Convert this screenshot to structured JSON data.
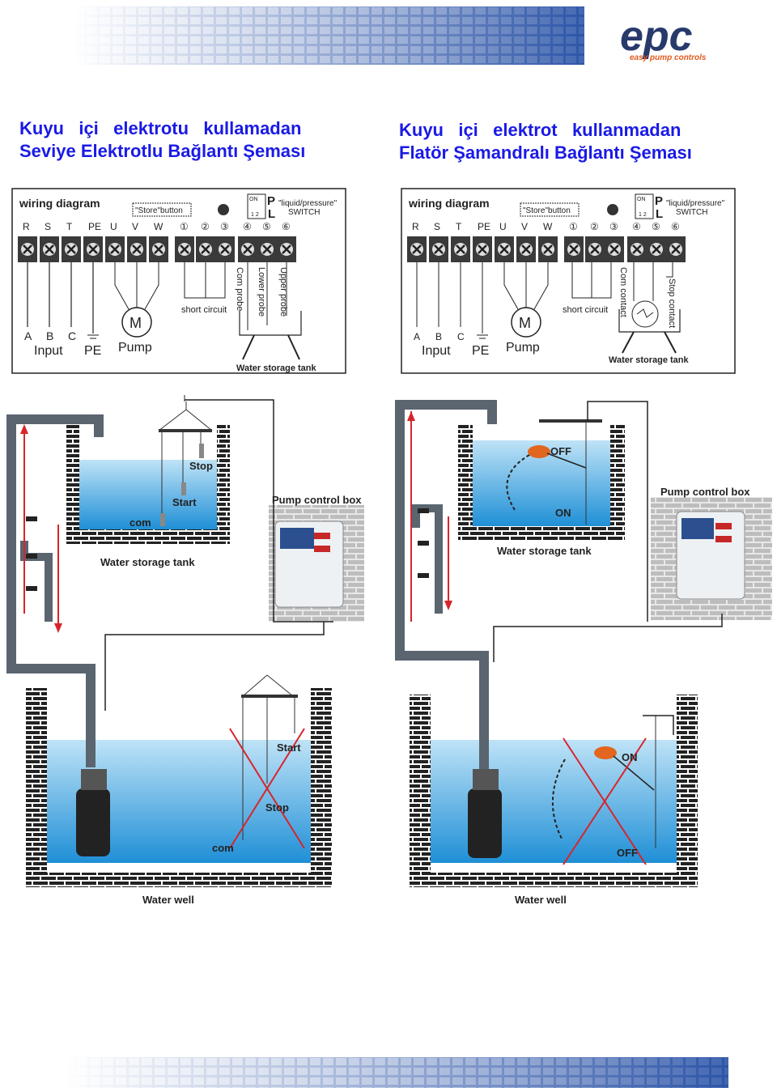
{
  "logo": {
    "main": "epc",
    "sub": "easy pump controls"
  },
  "titles": {
    "left_line1": "Kuyu   içi   elektrotu   kullamadan",
    "left_line2": "Seviye Elektrotlu Bağlantı Şeması",
    "right_line1": "Kuyu   içi   elektrot   kullanmadan",
    "right_line2": "Flatör Şamandralı Bağlantı Şeması"
  },
  "wiring": {
    "heading": "wiring diagram",
    "store_button": "\"Store\"button",
    "switch_on": "ON",
    "switch_nums": "1 2",
    "switch_p": "P",
    "switch_l": "L",
    "switch_label": "\"liquid/pressure\"",
    "switch_label2": "SWITCH",
    "terminals_left": [
      "R",
      "S",
      "T",
      "PE",
      "U",
      "V",
      "W"
    ],
    "terminals_right": [
      "①",
      "②",
      "③",
      "④",
      "⑤",
      "⑥"
    ],
    "input_letters": [
      "A",
      "B",
      "C"
    ],
    "input": "Input",
    "pe": "PE",
    "motor": "M",
    "pump": "Pump",
    "short_circuit": "short circuit",
    "com_probe": "Com probe",
    "lower_probe": "Lower probe",
    "upper_probe": "Upper probe",
    "com_contact": "Com contact",
    "stop_contact": "Stop contact",
    "water_storage_tank": "Water storage tank"
  },
  "install": {
    "stop": "Stop",
    "start": "Start",
    "com": "com",
    "off": "OFF",
    "on": "ON",
    "pump_control_box": "Pump control box",
    "water_storage_tank": "Water storage tank",
    "water_well": "Water well"
  }
}
